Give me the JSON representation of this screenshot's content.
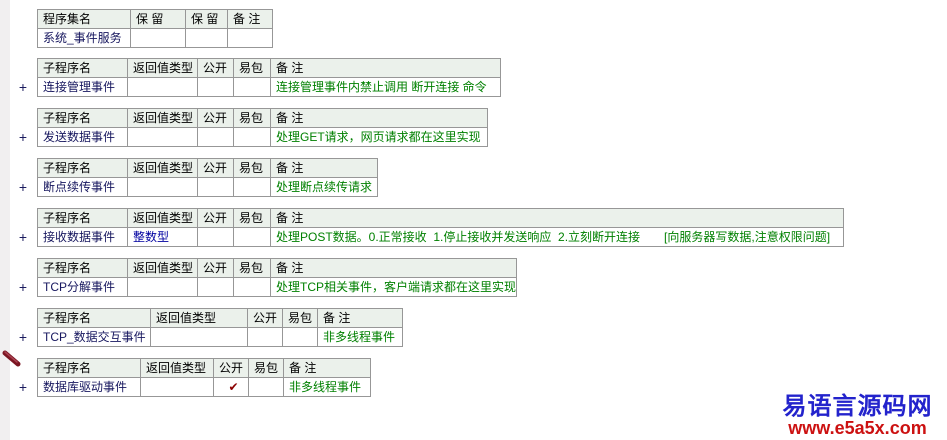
{
  "glyphs": {
    "plus": "+",
    "check": "✔"
  },
  "colors": {
    "remark_green": "#008000",
    "type_blue": "#0000a0",
    "check_red": "#8b0000",
    "header_bg": "#ebf1eb",
    "watermark_blue": "#2323cc",
    "watermark_red": "#cc1111",
    "pencil_red": "#7c1622"
  },
  "assembly_table": {
    "headers": [
      "程序集名",
      "保 留",
      "保 留",
      "备 注"
    ],
    "row": {
      "name": "系统_事件服务",
      "reserved1": "",
      "reserved2": "",
      "remark": ""
    }
  },
  "event_table_headers": [
    "子程序名",
    "返回值类型",
    "公开",
    "易包",
    "备 注"
  ],
  "event_tables": [
    {
      "name": "连接管理事件",
      "return_type": "",
      "public": "",
      "epackage": "",
      "remark": "连接管理事件内禁止调用 断开连接 命令"
    },
    {
      "name": "发送数据事件",
      "return_type": "",
      "public": "",
      "epackage": "",
      "remark": "处理GET请求，网页请求都在这里实现"
    },
    {
      "name": "断点续传事件",
      "return_type": "",
      "public": "",
      "epackage": "",
      "remark": "处理断点续传请求"
    },
    {
      "name": "接收数据事件",
      "return_type": "整数型",
      "public": "",
      "epackage": "",
      "remark": "处理POST数据。0.正常接收  1.停止接收并发送响应  2.立刻断开连接　　[向服务器写数据,注意权限问题]"
    },
    {
      "name": "TCP分解事件",
      "return_type": "",
      "public": "",
      "epackage": "",
      "remark": "处理TCP相关事件，客户端请求都在这里实现"
    },
    {
      "name": "TCP_数据交互事件",
      "return_type": "",
      "public": "",
      "epackage": "",
      "remark": "非多线程事件"
    },
    {
      "name": "数据库驱动事件",
      "return_type": "",
      "public": "✔",
      "epackage": "",
      "remark": "非多线程事件"
    }
  ],
  "watermark": {
    "site_name": "易语言源码网",
    "site_url": "www.e5a5x.com"
  }
}
